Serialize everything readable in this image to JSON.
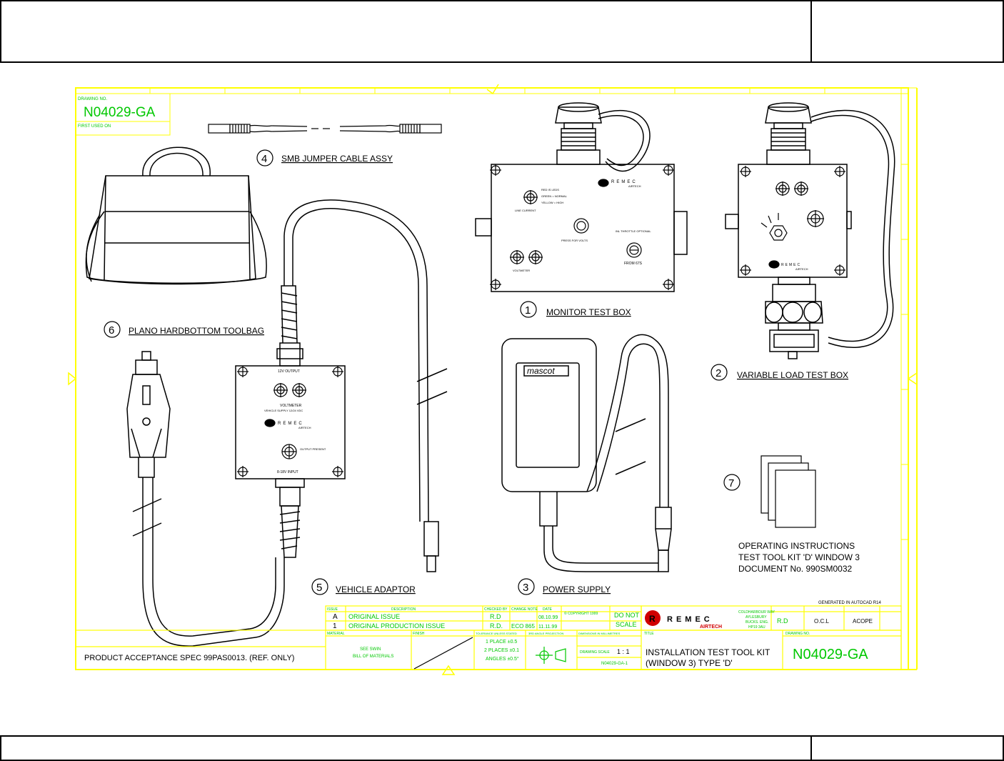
{
  "drawing_number": "N04029-GA",
  "small_labels": {
    "drawing_no": "DRAWING NO.",
    "first_used_on": "FIRST USED ON"
  },
  "items": [
    {
      "num": "1",
      "label": "MONITOR TEST BOX"
    },
    {
      "num": "2",
      "label": "VARIABLE LOAD TEST BOX"
    },
    {
      "num": "3",
      "label": "POWER SUPPLY"
    },
    {
      "num": "4",
      "label": "SMB JUMPER CABLE ASSY"
    },
    {
      "num": "5",
      "label": "VEHICLE ADAPTOR"
    },
    {
      "num": "6",
      "label": "PLANO HARDBOTTOM TOOLBAG"
    },
    {
      "num": "7",
      "label": ""
    }
  ],
  "instructions": {
    "line1": "OPERATING INSTRUCTIONS",
    "line2": "TEST TOOL KIT 'D' WINDOW 3",
    "line3": "DOCUMENT No. 990SM0032"
  },
  "monitor_box": {
    "brand": "REMEC",
    "sub": "AIRTECH",
    "lbl_led": "RED IS LEDS",
    "lbl_green": "GREEN = NORMAL",
    "lbl_yellow": "YELLOW = HIGH",
    "lbl_line": "LINE CURRENT",
    "lbl_press": "PRESS FOR VOLTS",
    "lbl_voltmeter": "VOLTMETER",
    "lbl_fuse": "FROM 67S",
    "lbl_inline": "INL THROTTLE OPTIONAL"
  },
  "vehicle_adaptor": {
    "in_label": "12V OUTPUT",
    "voltmeter": "VOLTMETER",
    "supply": "VEHICLE SUPPLY 12/24 VDC",
    "brand": "REMEC",
    "sub": "AIRTECH",
    "output_present": "OUTPUT PRESENT",
    "out_label": "8-18V INPUT"
  },
  "power_supply": {
    "brand": "mascot"
  },
  "autocad_note": "GENERATED IN AUTOCAD R14",
  "product_spec": "PRODUCT ACCEPTANCE SPEC 99PAS0013. (REF. ONLY)",
  "revisions": {
    "headers": [
      "ISSUE",
      "DESCRIPTION",
      "CHECKED BY",
      "CHANGE NOTE",
      "DATE"
    ],
    "rows": [
      {
        "issue": "A",
        "desc": "ORIGINAL ISSUE",
        "by": "R.D",
        "note": "",
        "date": "08.10.99"
      },
      {
        "issue": "1",
        "desc": "ORIGINAL PRODUCTION ISSUE",
        "by": "R.D.",
        "note": "ECO 865",
        "date": "11.11.99"
      }
    ]
  },
  "title_block": {
    "copyright": "© COPYRIGHT 1999",
    "do_not_scale_1": "DO NOT",
    "do_not_scale_2": "SCALE",
    "company": "REMEC",
    "company_sub": "AIRTECH",
    "address1": "COLDHARBOUR WAY",
    "address2": "AYLESBURY",
    "address3": "BUCKS. ENG.",
    "address4": "HP19 3AU",
    "drawn_by": "R.D",
    "checked": "O.C.L",
    "approved": "ACOPE",
    "material": "MATERIAL",
    "material_val1": "SEE SWIN",
    "material_val2": "BILL OF MATERIALS",
    "finish": "FINISH",
    "tolerance_hdr": "TOLERANCE UNLESS STATED",
    "tol1": "1 PLACE ±0.5",
    "tol2": "2 PLACES ±0.1",
    "tol3": "ANGLES ±0.5°",
    "projection": "3RD ANGLE PROJECTION",
    "dims": "DIMENSIONS IN MILLIMETRES",
    "scale_label": "DRAWING SCALE",
    "scale_val": "1 : 1",
    "cad_ref": "N04029-GA-1",
    "title_label": "TITLE",
    "title_line1": "INSTALLATION TEST TOOL KIT",
    "title_line2": "(WINDOW 3) TYPE 'D'",
    "drawing_label": "DRAWING NO.",
    "drawing_number": "N04029-GA"
  },
  "colors": {
    "frame": "#ffff00",
    "text_green": "#00c800",
    "logo_red": "#d00000",
    "ink": "#000000"
  }
}
